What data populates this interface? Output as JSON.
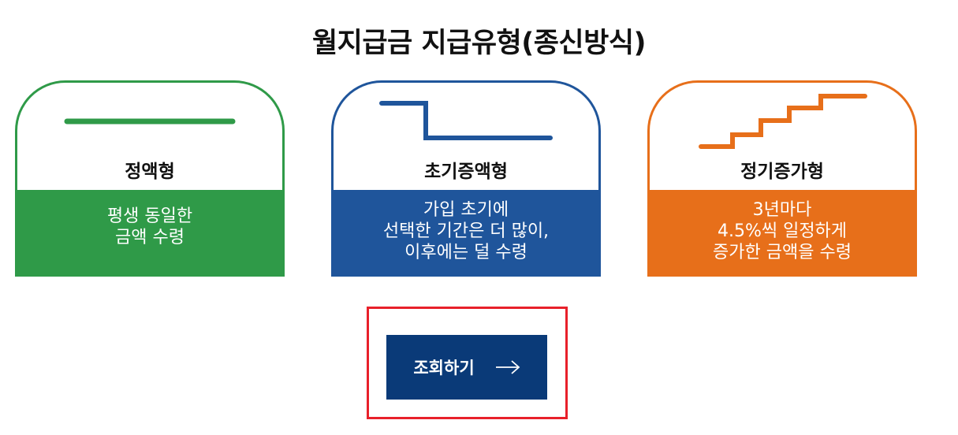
{
  "title": "월지급금 지급유형(종신방식)",
  "cards": [
    {
      "name": "정액형",
      "desc": [
        "평생 동일한",
        "금액 수령"
      ],
      "icon": "flat-line-icon",
      "color": "#2f9a48"
    },
    {
      "name": "초기증액형",
      "desc": [
        "가입 초기에",
        "선택한 기간은 더 많이,",
        "이후에는 덜 수령"
      ],
      "icon": "step-down-line-icon",
      "color": "#1f559b"
    },
    {
      "name": "정기증가형",
      "desc": [
        "3년마다",
        "4.5%씩 일정하게",
        "증가한 금액을 수령"
      ],
      "icon": "staircase-up-icon",
      "color": "#e76f1a"
    }
  ],
  "search_button": {
    "label": "조회하기",
    "icon": "arrow-right-icon",
    "color": "#0a3a78"
  },
  "highlight_color": "#e8202a"
}
